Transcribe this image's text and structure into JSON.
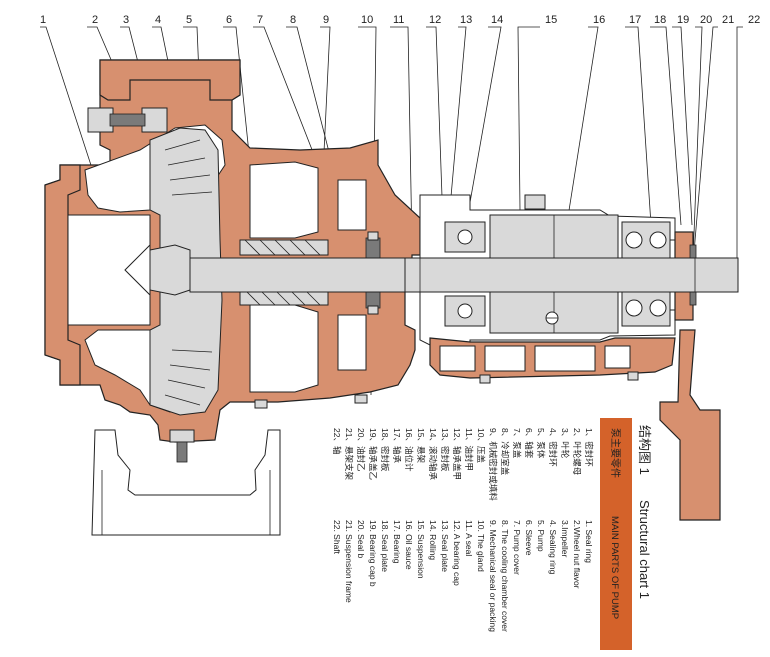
{
  "part_numbers": [
    "1",
    "2",
    "3",
    "4",
    "5",
    "6",
    "7",
    "8",
    "9",
    "10",
    "11",
    "12",
    "13",
    "14",
    "15",
    "16",
    "17",
    "18",
    "19",
    "20",
    "21",
    "22"
  ],
  "title_cn": "结构图 1",
  "title_en": "Structural chart 1",
  "subtitle_cn": "泵主要零件",
  "subtitle_en": "MAIN PARTS OF PUMP",
  "parts_cn": [
    "1、密封环",
    "2、叶轮螺母",
    "3、叶轮",
    "4、密封环",
    "5、泵体",
    "6、轴套",
    "7、泵盖",
    "8、冷却室盖",
    "9、机械密封或填料",
    "10、压盖",
    "11、油封甲",
    "12、轴承盖甲",
    "13、密封板",
    "14、滚动轴承",
    "15、悬架",
    "16、油位计",
    "17、轴承",
    "18、密封板",
    "19、轴承盖乙",
    "20、油封乙",
    "21、悬架支架",
    "22、轴"
  ],
  "parts_en": [
    "1. Seal ring",
    "2.Wheel nut flavor",
    "3.Impeller",
    "4. Sealing ring",
    "5. Pump",
    "6. Sleeve",
    "7. Pump cover",
    "8. The cooling chamber cover",
    "9. Mechanical seal or packing",
    "10. The gland",
    "11. A seal",
    "12. A bearing cap",
    "13. Seal plate",
    "14. Rolling",
    "15. Suspension",
    "16. Oil sauce",
    "17. Bearing",
    "18. Seal plate",
    "19. Bearing cap b",
    "20. Seal b",
    "21. Suspension frame",
    "22. Shaft"
  ],
  "colors": {
    "body": "#d7906f",
    "accent_bar": "#d4622a",
    "metal": "#d9d9d9",
    "line": "#222222"
  },
  "icons": [
    "pump-cross-section-drawing"
  ]
}
